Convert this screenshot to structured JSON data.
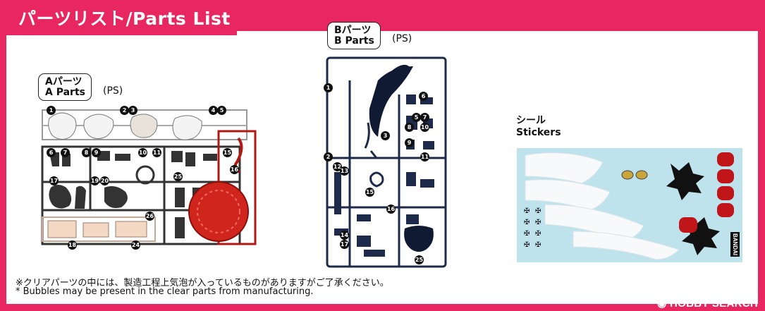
{
  "header": {
    "title": "パーツリスト/Parts List"
  },
  "a_parts": {
    "label_jp": "Aパーツ",
    "label_en": "A Parts",
    "material": "(PS)",
    "color": "#333333",
    "accent": "#b11a14",
    "beige": "#f3d9c4"
  },
  "b_parts": {
    "label_jp": "Bパーツ",
    "label_en": "B Parts",
    "material": "(PS)",
    "color": "#1e2a4a"
  },
  "stickers": {
    "label_jp": "シール",
    "label_en": "Stickers",
    "brand": "BANDAI"
  },
  "notes": {
    "jp": "※クリアパーツの中には、製造工程上気泡が入っているものがありますがご了承ください。",
    "en": "* Bubbles may be present in the clear parts from manufacturing."
  },
  "watermark": "HOBBY SEARCH"
}
